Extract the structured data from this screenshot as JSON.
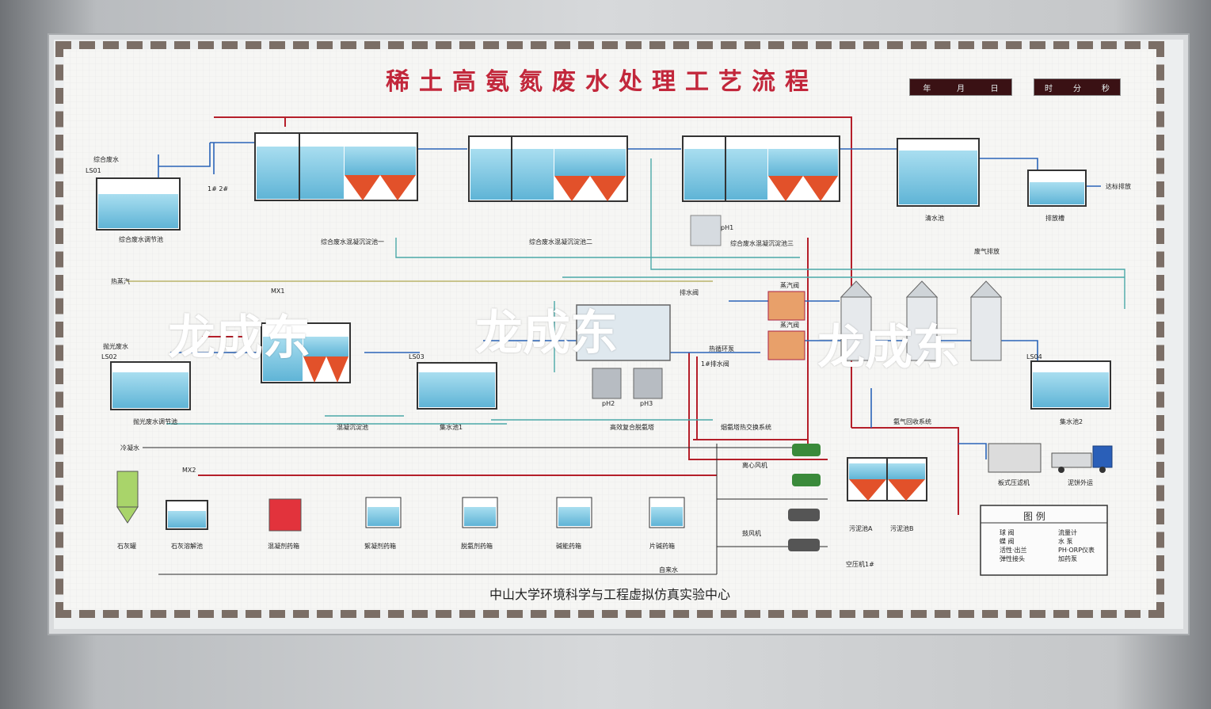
{
  "title": "稀土高氨氮废水处理工艺流程",
  "clock": {
    "date_units": [
      "年",
      "月",
      "日"
    ],
    "time_units": [
      "时",
      "分",
      "秒"
    ]
  },
  "watermarks": [
    "龙成东",
    "龙成东",
    "龙成东"
  ],
  "footer": "中山大学环境科学与工程虚拟仿真实验中心",
  "tanks": {
    "t1": "综合废水调节池",
    "t2": "综合废水混凝沉淀池一",
    "t3": "综合废水混凝沉淀池二",
    "t4": "综合废水混凝沉淀池三",
    "t5": "清水池",
    "t6": "排放槽",
    "t7": "抛光废水调节池",
    "t8": "混凝沉淀池",
    "t9": "集水池1",
    "t10": "高效复合脱氨塔",
    "t11": "集水池2",
    "t12": "氨气回收系统",
    "t13": "烟氨塔热交换系统",
    "t14": "污泥池A",
    "t15": "污泥池B",
    "t16": "板式压滤机",
    "t17": "泥饼外运",
    "t18": "石灰罐",
    "t19": "石灰溶解池",
    "t20": "混凝剂药箱",
    "t21": "絮凝剂药箱",
    "t22": "脱氨剂药箱",
    "t23": "碱能药箱",
    "t24": "片碱药箱"
  },
  "inputs": {
    "in1": "综合废水",
    "in2": "抛光废水",
    "ls1": "LS01",
    "ls2": "LS02",
    "ls3": "LS03",
    "ls4": "LS04"
  },
  "lines": {
    "steam": "热蒸汽",
    "cond": "冷凝水",
    "tap": "自来水",
    "outflow": "达标排放",
    "gas": "废气排放"
  },
  "valves": {
    "v1": "排水阀",
    "v2": "蒸汽阀",
    "v3": "蒸汽阀",
    "v4": "热循环泵",
    "v5": "1#排水阀",
    "fan1": "离心风机",
    "fan2": "鼓风机",
    "comp": "空压机1#"
  },
  "pumps": {
    "p12": "1# 2#"
  },
  "ph": {
    "ph1": "pH1",
    "ph2": "pH2",
    "ph3": "pH3"
  },
  "mx": {
    "mx1": "MX1",
    "mx2": "MX2"
  },
  "legend": {
    "title": "图  例",
    "items": [
      "球  阀",
      "蝶  阀",
      "流量计",
      "水  泵",
      "活性·出兰",
      "弹性接头",
      "PH·ORP仪表",
      "加药泵"
    ]
  },
  "colors": {
    "title": "#c2273b",
    "water": "#8fd1e6",
    "sludge": "#e2512a",
    "pipe_red": "#b51f2a",
    "pipe_blue": "#2a64b8",
    "pipe_teal": "#4aa8a8",
    "pipe_black": "#2a2a2a"
  }
}
